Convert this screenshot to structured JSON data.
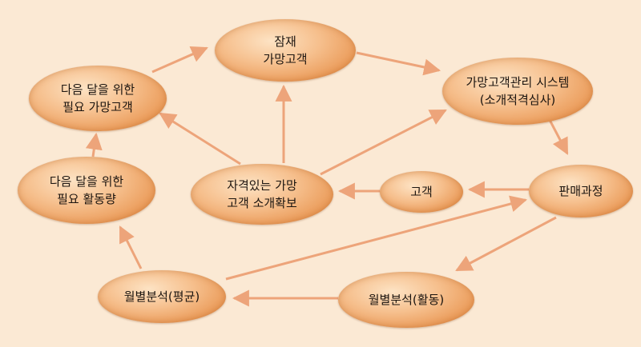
{
  "nodes": {
    "potential": {
      "line1": "잠재",
      "line2": "가망고객"
    },
    "next_month_customer": {
      "line1": "다음 달을 위한",
      "line2": "필요 가망고객"
    },
    "management_system": {
      "line1": "가망고객관리 시스템",
      "line2": "(소개적격심사)"
    },
    "next_month_activity": {
      "line1": "다음 달을 위한",
      "line2": "필요 활동량"
    },
    "qualified_referral": {
      "line1": "자격있는 가망",
      "line2": "고객 소개확보"
    },
    "customer": {
      "line1": "고객"
    },
    "sales_process": {
      "line1": "판매과정"
    },
    "monthly_avg": {
      "line1": "월별분석(평균)"
    },
    "monthly_activity": {
      "line1": "월별분석(활동)"
    }
  },
  "colors": {
    "background": "#fbe9d4",
    "node_fill": "#f6c08e",
    "node_edge": "#d9813c",
    "arrow": "#eda47a",
    "text": "#1c1510"
  }
}
